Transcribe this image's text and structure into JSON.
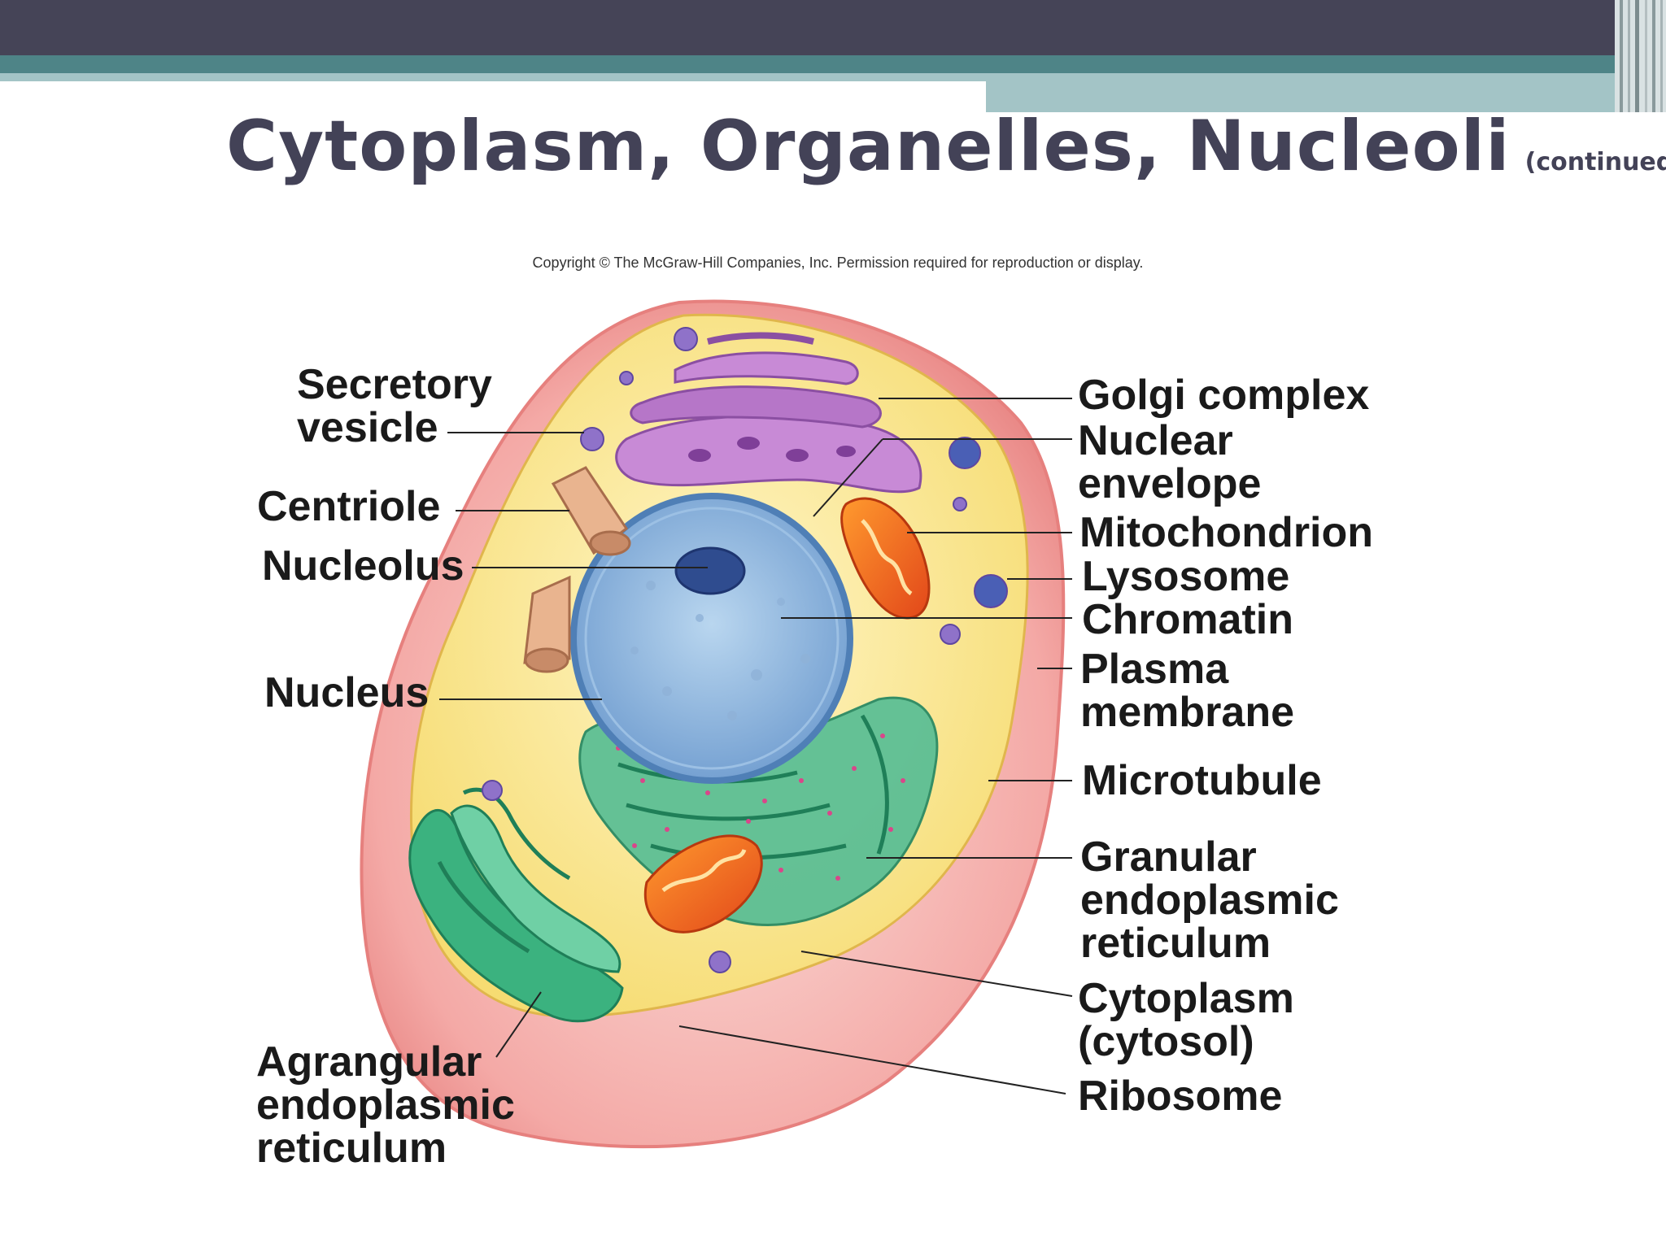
{
  "slide": {
    "title": "Cytoplasm, Organelles, Nucleoli",
    "title_suffix": "(continued)",
    "copyright": "Copyright © The McGraw-Hill Companies, Inc. Permission required for reproduction or display."
  },
  "theme": {
    "dark_bar": "#454457",
    "teal_band": "#4e8487",
    "light_band": "#a3c4c6",
    "title_color": "#434257"
  },
  "labels": {
    "secretory_vesicle": [
      "Secretory",
      "vesicle"
    ],
    "centriole": "Centriole",
    "nucleolus": "Nucleolus",
    "nucleus": "Nucleus",
    "agranular_er": [
      "Agrangular",
      "endoplasmic",
      "reticulum"
    ],
    "golgi_complex": "Golgi complex",
    "nuclear_envelope": [
      "Nuclear",
      "envelope"
    ],
    "mitochondrion": "Mitochondrion",
    "lysosome": "Lysosome",
    "chromatin": "Chromatin",
    "plasma_membrane": [
      "Plasma",
      "membrane"
    ],
    "microtubule": "Microtubule",
    "granular_er": [
      "Granular",
      "endoplasmic",
      "reticulum"
    ],
    "cytoplasm": [
      "Cytoplasm",
      "(cytosol)"
    ],
    "ribosome": "Ribosome"
  }
}
